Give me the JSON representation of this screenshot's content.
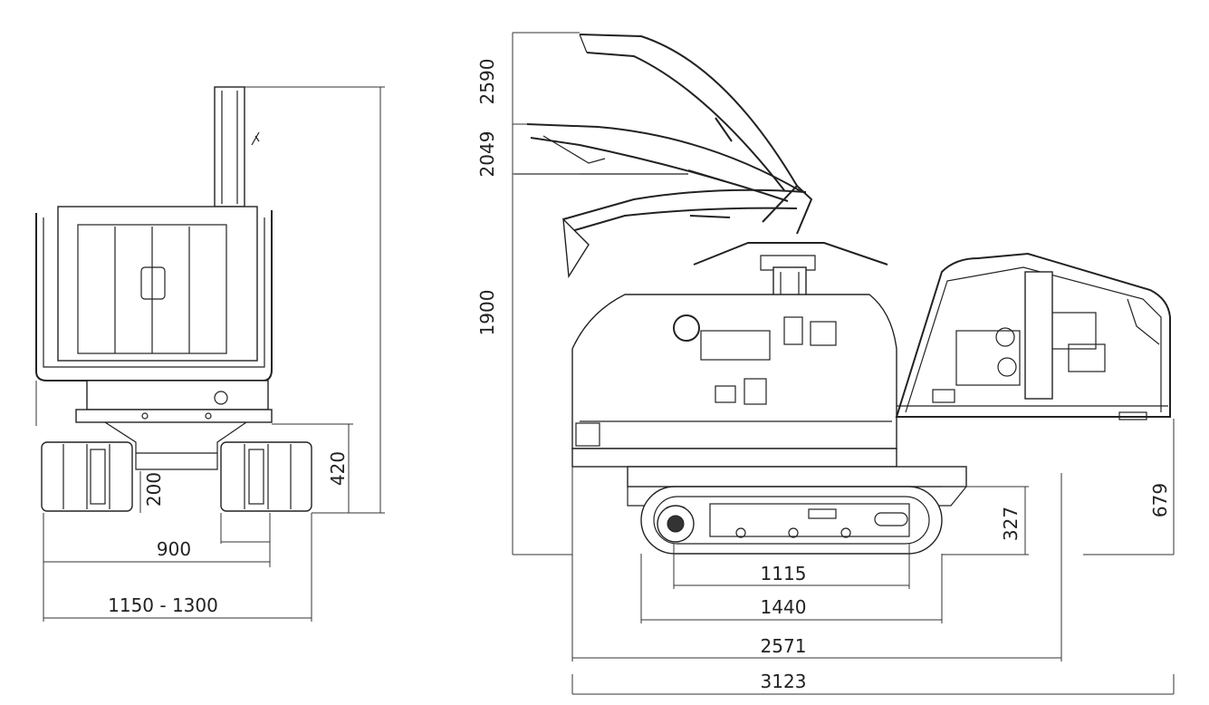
{
  "front_view": {
    "dimensions": {
      "track_gauge_min_max": "1150 - 1300",
      "track_width": "900",
      "ground_clearance": "200",
      "blade_height": "420"
    }
  },
  "side_view": {
    "dimensions": {
      "max_height": "2590",
      "mid_height": "2049",
      "low_height": "1900",
      "track_height": "327",
      "rear_height": "679",
      "track_length_inner": "1115",
      "track_length_outer": "1440",
      "body_length": "2571",
      "overall_length": "3123"
    }
  }
}
